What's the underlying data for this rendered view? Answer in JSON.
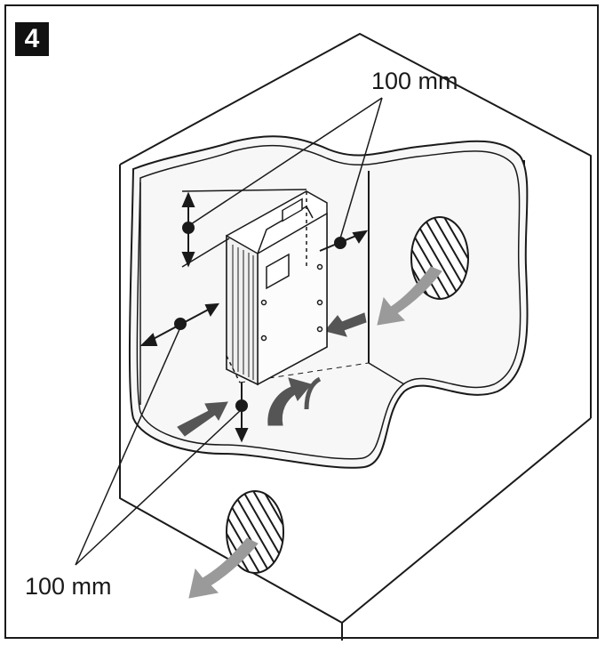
{
  "figure": {
    "step_number": "4",
    "clearance_labels": {
      "top_right": "100 mm",
      "bottom_left": "100 mm"
    },
    "colors": {
      "outline": "#1a1a1a",
      "arrow_dark": "#555555",
      "arrow_light": "#9a9a9a",
      "recess": "#f4f4f4"
    }
  }
}
